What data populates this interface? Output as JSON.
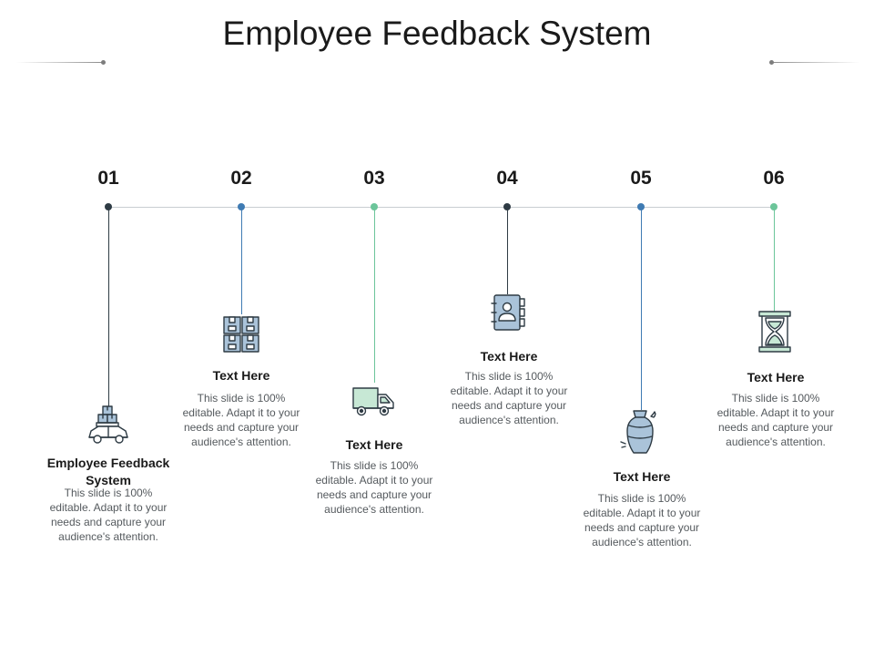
{
  "slide": {
    "title": "Employee Feedback System"
  },
  "colors": {
    "dark": "#2e3b44",
    "blue": "#3f7bb3",
    "green": "#6cc59a",
    "timeline": "#c9ced2",
    "icon_fill_blue": "#aac3d9",
    "icon_fill_green": "#c7e8d5"
  },
  "steps": [
    {
      "number": "01",
      "label": "Employee Feedback System",
      "description": "This slide is 100% editable. Adapt it to your needs and capture your audience's attention.",
      "icon": "delivery-car-boxes-icon",
      "color": "#2e3b44"
    },
    {
      "number": "02",
      "label": "Text Here",
      "description": "This slide is 100% editable. Adapt it to your needs and capture your audience's attention.",
      "icon": "stacked-boxes-icon",
      "color": "#3f7bb3"
    },
    {
      "number": "03",
      "label": "Text Here",
      "description": "This slide is 100% editable. Adapt it to your needs and capture your audience's attention.",
      "icon": "delivery-truck-icon",
      "color": "#6cc59a"
    },
    {
      "number": "04",
      "label": "Text Here",
      "description": "This slide is 100% editable. Adapt it to your needs and capture your audience's attention.",
      "icon": "contact-book-icon",
      "color": "#2e3b44"
    },
    {
      "number": "05",
      "label": "Text Here",
      "description": "This slide is 100% editable. Adapt it to your needs and capture your audience's attention.",
      "icon": "vase-icon",
      "color": "#3f7bb3"
    },
    {
      "number": "06",
      "label": "Text Here",
      "description": "This slide is 100% editable. Adapt it to your needs and capture your audience's attention.",
      "icon": "hourglass-icon",
      "color": "#6cc59a"
    }
  ]
}
